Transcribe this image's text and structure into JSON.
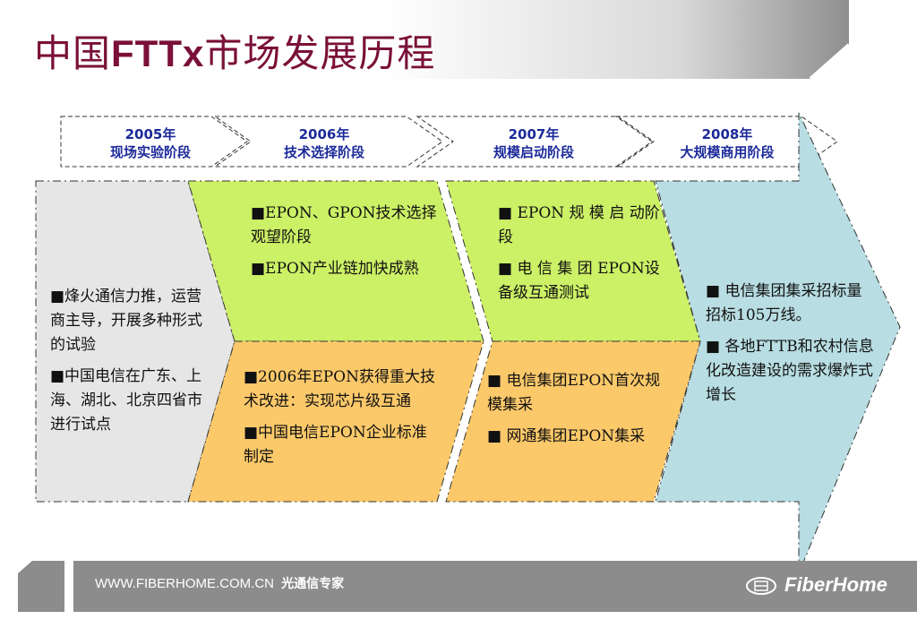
{
  "title": {
    "prefix": "中国",
    "bold": "FTTx",
    "suffix": "市场发展历程"
  },
  "stages": [
    {
      "year": "2005年",
      "label": "现场实验阶段"
    },
    {
      "year": "2006年",
      "label": "技术选择阶段"
    },
    {
      "year": "2007年",
      "label": "规模启动阶段"
    },
    {
      "year": "2008年",
      "label": "大规模商用阶段"
    }
  ],
  "boxes": {
    "stage2005": [
      "■烽火通信力推，运营商主导，开展多种形式的试验",
      "■中国电信在广东、上海、湖北、北京四省市进行试点"
    ],
    "stage2006_top": [
      "■EPON、GPON技术选择观望阶段",
      "■EPON产业链加快成熟"
    ],
    "stage2006_bottom": [
      "■2006年EPON获得重大技术改进：实现芯片级互通",
      "■中国电信EPON企业标准制定"
    ],
    "stage2007_top": [
      "■ EPON 规 模 启 动阶段",
      "■ 电 信 集 团 EPON设备级互通测试"
    ],
    "stage2007_bottom": [
      "■ 电信集团EPON首次规模集采",
      "■ 网通集团EPON集采"
    ],
    "stage2008": [
      "■ 电信集团集采招标量招标105万线。",
      "■ 各地FTTB和农村信息化改造建设的需求爆炸式增长"
    ]
  },
  "footer": {
    "url": "WWW.FIBERHOME.COM.CN",
    "slogan": "光通信专家",
    "logo": "FiberHome"
  },
  "colors": {
    "title": "#7a1038",
    "header_text": "#1c2a9a",
    "gray_box": "#e6e6e6",
    "green_box": "#ccf066",
    "orange_box": "#fcc96a",
    "blue_arrow": "#b8dde2",
    "footer_bar": "#8c8c8c"
  }
}
